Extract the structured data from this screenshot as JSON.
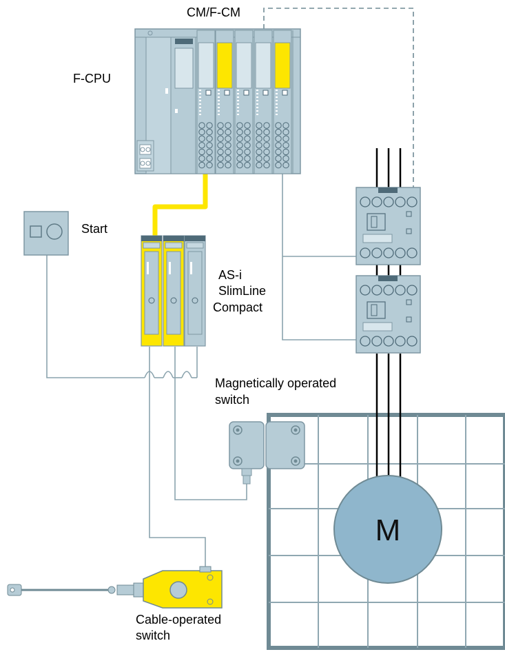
{
  "labels": {
    "cm_fcm": "CM/F-CM",
    "fcpu": "F-CPU",
    "start": "Start",
    "asi_line1": "AS-i",
    "asi_line2": "SlimLine",
    "asi_line3": "Compact",
    "mag_line1": "Magnetically operated",
    "mag_line2": "switch",
    "cable_line1": "Cable-operated",
    "cable_line2": "switch",
    "motor": "M"
  },
  "colors": {
    "module": "#b6ccd6",
    "module_dark": "#7e97a3",
    "safety_yellow": "#fde600",
    "wire": "#8aa3ad",
    "power_line": "#000000",
    "fence": "#6f8a94",
    "motor": "#8fb6cc"
  }
}
